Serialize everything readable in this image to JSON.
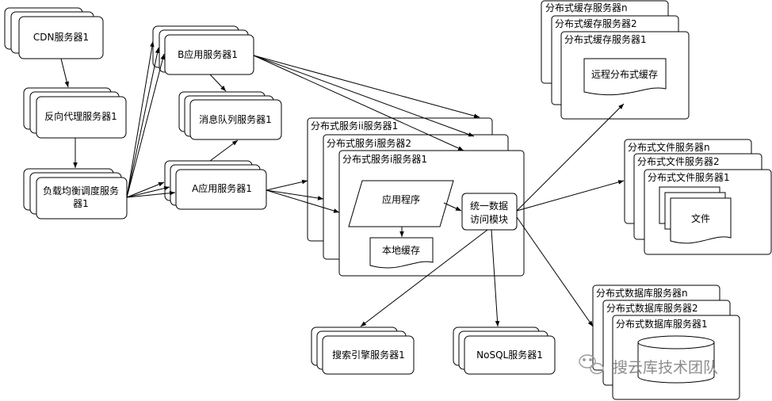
{
  "nodes": {
    "cdn": "CDN服务器1",
    "reverse_proxy": "反向代理服务器1",
    "load_balancer_line1": "负载均衡调度服务",
    "load_balancer_line2": "器1",
    "b_app": "B应用服务器1",
    "message_queue": "消息队列服务器1",
    "a_app": "A应用服务器1",
    "dist_service_ii": "分布式服务ii服务器1",
    "dist_service_i2": "分布式服务i服务器2",
    "dist_service_i1": "分布式服务i服务器1",
    "app_program": "应用程序",
    "local_cache": "本地缓存",
    "unified_access_line1": "统一数据",
    "unified_access_line2": "访问模块",
    "search_engine": "搜索引擎服务器1",
    "nosql": "NoSQL服务器1",
    "cache_n": "分布式缓存服务器n",
    "cache_2": "分布式缓存服务器2",
    "cache_1": "分布式缓存服务器1",
    "remote_cache": "远程分布式缓存",
    "file_n": "分布式文件服务器n",
    "file_2": "分布式文件服务器2",
    "file_1": "分布式文件服务器1",
    "file_doc": "文件",
    "db_n": "分布式数据库服务器n",
    "db_2": "分布式数据库服务器2",
    "db_1": "分布式数据库服务器1"
  },
  "watermark": {
    "icon": "wechat-icon",
    "text": "搜云库技术团队"
  }
}
